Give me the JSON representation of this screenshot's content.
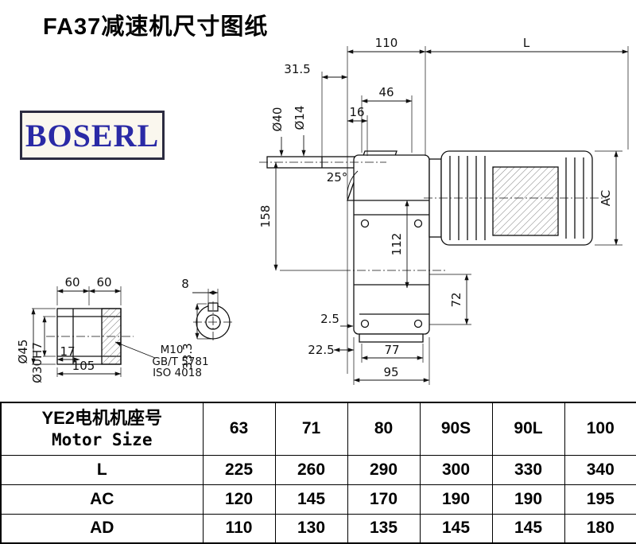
{
  "page": {
    "title": "FA37减速机尺寸图纸",
    "logo_text": "BOSERL"
  },
  "drawing": {
    "dims": {
      "top_width": "110",
      "motor_length": "L",
      "shaft_len": "31.5",
      "flange_width": "46",
      "shaft_step": "16",
      "shaft_dia": "Ø40",
      "hole_dia": "Ø14",
      "angle": "25°",
      "height_158": "158",
      "height_112": "112",
      "motor_dia": "AC",
      "height_72": "72",
      "offset_small": "2.5",
      "offset_base": "22.5",
      "base_77": "77",
      "base_95": "95",
      "key_len_a": "60",
      "key_len_b": "60",
      "key_width": "8",
      "out_dia": "Ø45",
      "bore_dia": "Ø30H7",
      "dim_17": "17",
      "dim_105": "105",
      "thread": "M10",
      "std_gb": "GB/T 5781",
      "std_iso": "ISO 4018",
      "key_depth": "33.3"
    }
  },
  "table": {
    "header_cn": "YE2电机机座号",
    "header_en": "Motor Size",
    "columns": [
      "63",
      "71",
      "80",
      "90S",
      "90L",
      "100"
    ],
    "rows": [
      {
        "label": "L",
        "values": [
          "225",
          "260",
          "290",
          "300",
          "330",
          "340"
        ]
      },
      {
        "label": "AC",
        "values": [
          "120",
          "145",
          "170",
          "190",
          "190",
          "195"
        ]
      },
      {
        "label": "AD",
        "values": [
          "110",
          "130",
          "135",
          "145",
          "145",
          "180"
        ]
      }
    ]
  }
}
